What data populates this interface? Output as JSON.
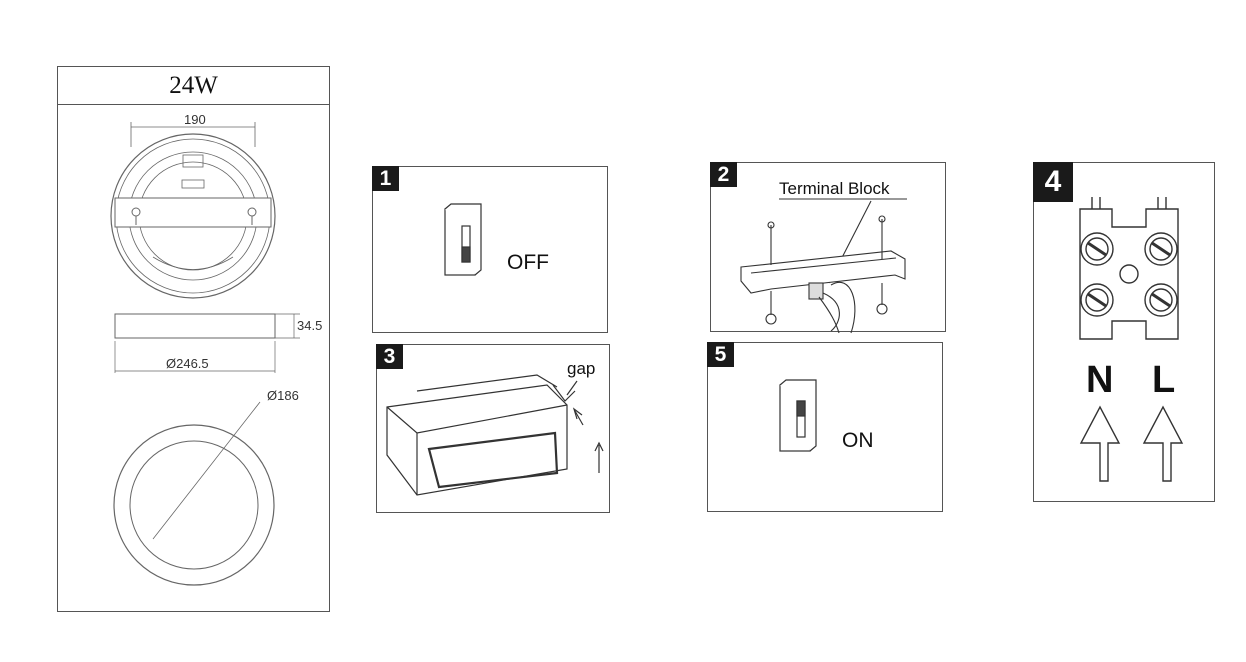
{
  "spec": {
    "title": "24W",
    "top_width": "190",
    "height": "34.5",
    "outer_diameter": "Ø246.5",
    "inner_diameter": "Ø186"
  },
  "steps": [
    {
      "number": "1",
      "label": "OFF"
    },
    {
      "number": "2",
      "label": "Terminal Block"
    },
    {
      "number": "3",
      "label": "gap"
    },
    {
      "number": "4",
      "neutral": "N",
      "live": "L"
    },
    {
      "number": "5",
      "label": "ON"
    }
  ]
}
